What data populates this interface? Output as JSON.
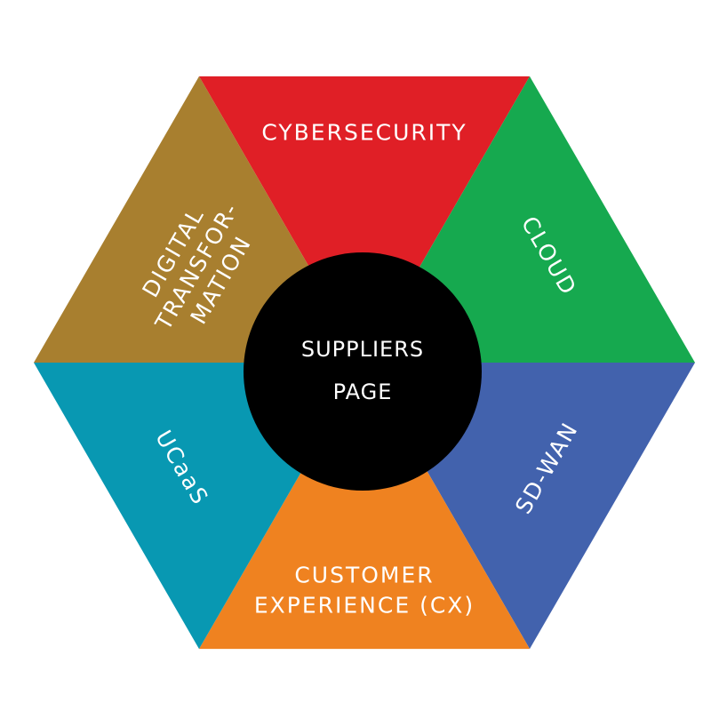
{
  "center": {
    "lines": [
      "SUPPLIERS",
      "PAGE"
    ],
    "color": "#000000"
  },
  "segments": [
    {
      "id": "cybersecurity",
      "lines": [
        "CYBERSECURITY"
      ],
      "color": "#e01f26"
    },
    {
      "id": "cloud",
      "lines": [
        "CLOUD"
      ],
      "color": "#16a94f"
    },
    {
      "id": "sd-wan",
      "lines": [
        "SD-WAN"
      ],
      "color": "#4262ad"
    },
    {
      "id": "customer-experience",
      "lines": [
        "CUSTOMER",
        "EXPERIENCE (CX)"
      ],
      "color": "#ef8220"
    },
    {
      "id": "ucaas",
      "lines": [
        "UCaaS"
      ],
      "color": "#0898b2"
    },
    {
      "id": "digital-transformation",
      "lines": [
        "DIGITAL",
        "TRANSFOR-",
        "MATION"
      ],
      "color": "#a87f2f"
    }
  ]
}
